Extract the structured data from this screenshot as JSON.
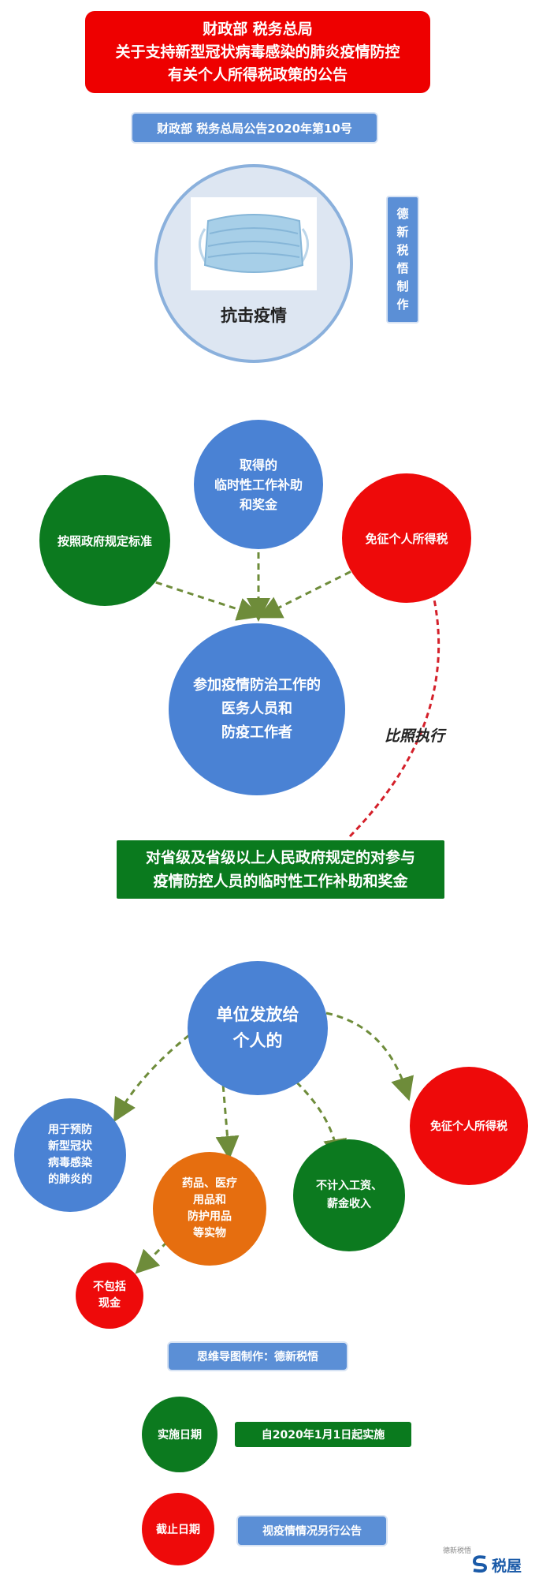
{
  "title": {
    "line1": "财政部 税务总局",
    "line2": "关于支持新型冠状病毒感染的肺炎疫情防控",
    "line3": "有关个人所得税政策的公告"
  },
  "announcement_no": "财政部 税务总局公告2020年第10号",
  "mask_circle": {
    "label": "抗击疫情"
  },
  "vertical_tag": [
    "德",
    "新",
    "税",
    "悟",
    "制",
    "作"
  ],
  "section1": {
    "top_blue": [
      "取得的",
      "临时性工作补助",
      "和奖金"
    ],
    "left_green": "按照政府规定标准",
    "right_red": "免征个人所得税",
    "center_blue": [
      "参加疫情防治工作的",
      "医务人员和",
      "防疫工作者"
    ],
    "arrow_label": "比照执行",
    "banner": [
      "对省级及省级以上人民政府规定的对参与",
      "疫情防控人员的临时性工作补助和奖金"
    ]
  },
  "section2": {
    "center_blue": [
      "单位发放给",
      "个人的"
    ],
    "left_blue": [
      "用于预防",
      "新型冠状",
      "病毒感染",
      "的肺炎的"
    ],
    "orange": [
      "药品、医疗",
      "用品和",
      "防护用品",
      "等实物"
    ],
    "green": [
      "不计入工资、",
      "薪金收入"
    ],
    "right_red": "免征个人所得税",
    "small_red": [
      "不包括",
      "现金"
    ]
  },
  "credit": "思维导图制作：德新税悟",
  "implement": {
    "label": "实施日期",
    "value": "自2020年1月1日起实施"
  },
  "deadline": {
    "label": "截止日期",
    "value": "视疫情情况另行公告"
  },
  "watermark": {
    "caption": "德新税悟",
    "brand": "税屋"
  },
  "colors": {
    "title_red": "#ee0000",
    "blue": "#4a82d4",
    "green": "#0c7a1f",
    "red": "#ee0a0a",
    "orange": "#e66e0f",
    "arrow_green": "#6e8c3a",
    "arrow_red": "#d4202a"
  }
}
